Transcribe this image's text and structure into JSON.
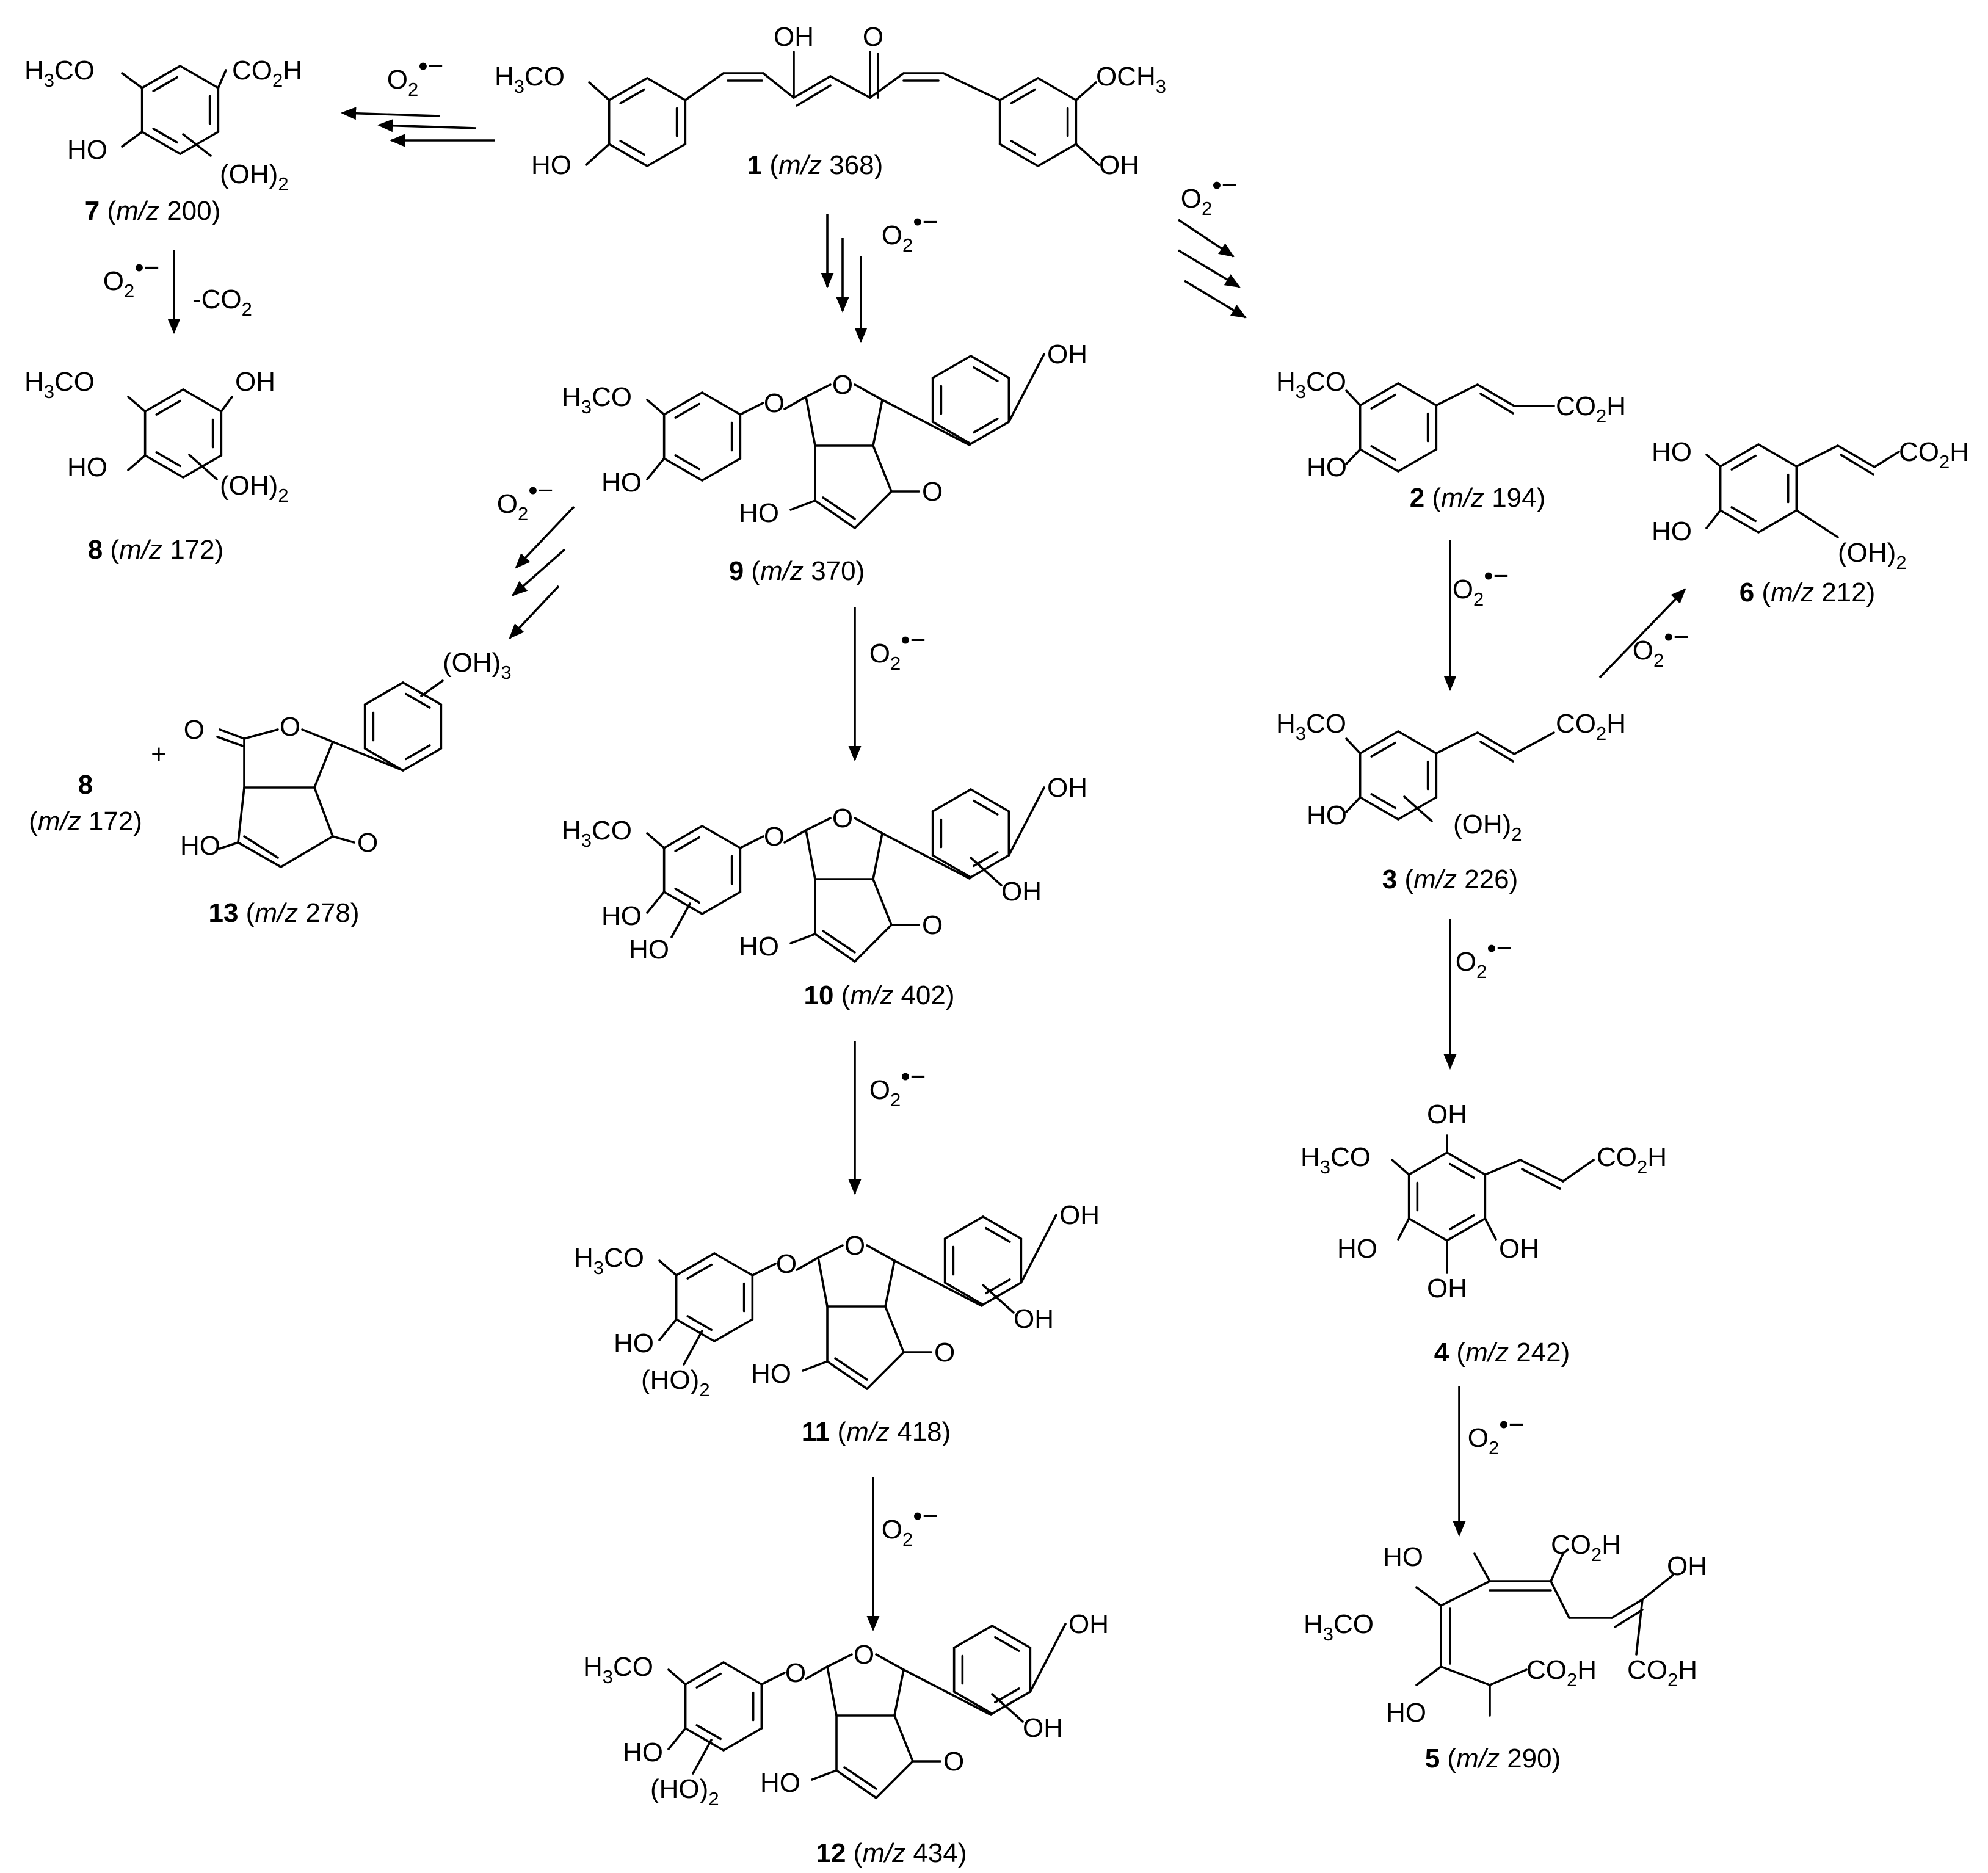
{
  "reagent": {
    "O2": "O",
    "sub2": "2",
    "sup": "•−",
    "decarb": "-CO",
    "decarb_sub": "2",
    "plus": "+"
  },
  "groups": {
    "OCH3": "OCH",
    "H3CO_a": "H",
    "H3CO_b": "CO",
    "sub3": "3",
    "sub2": "2",
    "OH": "OH",
    "HO": "HO",
    "O": "O",
    "CO2H_a": "CO",
    "CO2H_b": "H",
    "OH2": "(OH)",
    "OH3": "(OH)",
    "HO2": "(HO)"
  },
  "compounds": [
    {
      "num": "1",
      "mz": "368"
    },
    {
      "num": "2",
      "mz": "194"
    },
    {
      "num": "3",
      "mz": "226"
    },
    {
      "num": "4",
      "mz": "242"
    },
    {
      "num": "5",
      "mz": "290"
    },
    {
      "num": "6",
      "mz": "212"
    },
    {
      "num": "7",
      "mz": "200"
    },
    {
      "num": "8",
      "mz": "172"
    },
    {
      "num": "9",
      "mz": "370"
    },
    {
      "num": "10",
      "mz": "402"
    },
    {
      "num": "11",
      "mz": "418"
    },
    {
      "num": "12",
      "mz": "434"
    },
    {
      "num": "13",
      "mz": "278"
    }
  ],
  "mz_prefix": "m/z",
  "second_8": {
    "num": "8",
    "mz": "172"
  }
}
